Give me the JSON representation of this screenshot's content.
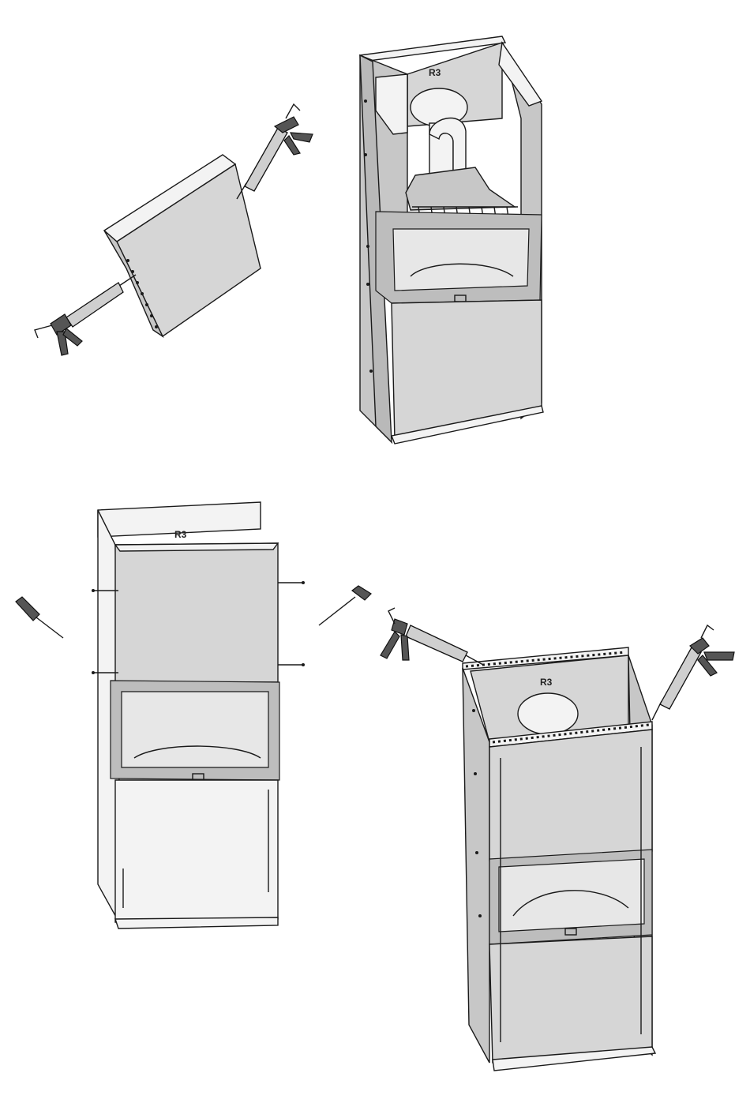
{
  "illustrations": [
    {
      "id": "step-panel-glue",
      "label": ""
    },
    {
      "id": "step-back-panel",
      "label": "R3"
    },
    {
      "id": "step-screw-front",
      "label": "R3"
    },
    {
      "id": "step-glue-top",
      "label": "R3"
    }
  ],
  "colors": {
    "line": "#1a1a1a",
    "panel": "#d6d6d6",
    "panel_light": "#f3f3f3"
  },
  "icons": [
    "caulking-gun-icon",
    "screwdriver-icon",
    "screw-icon"
  ]
}
